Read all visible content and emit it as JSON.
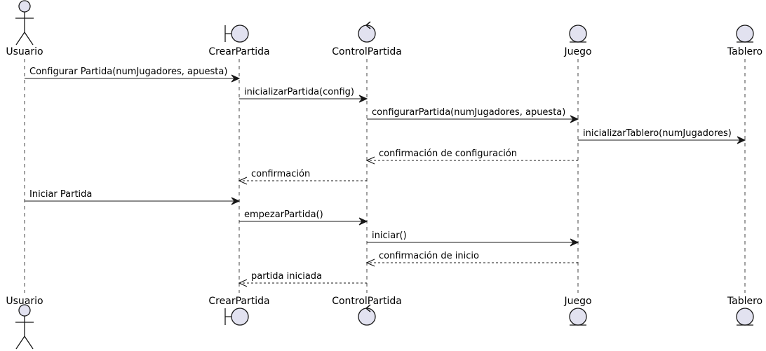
{
  "diagram": {
    "type": "sequence",
    "colors": {
      "participant_fill": "#e2e2f0",
      "participant_stroke": "#181818",
      "line": "#181818",
      "lifeline": "#181818"
    },
    "participants": [
      {
        "id": "usuario",
        "label": "Usuario",
        "kind": "actor"
      },
      {
        "id": "crearpartida",
        "label": "CrearPartida",
        "kind": "boundary"
      },
      {
        "id": "controlpartida",
        "label": "ControlPartida",
        "kind": "control"
      },
      {
        "id": "juego",
        "label": "Juego",
        "kind": "entity"
      },
      {
        "id": "tablero",
        "label": "Tablero",
        "kind": "entity"
      }
    ],
    "messages": [
      {
        "from": "usuario",
        "to": "crearpartida",
        "label": "Configurar Partida(numJugadores, apuesta)",
        "style": "solid"
      },
      {
        "from": "crearpartida",
        "to": "controlpartida",
        "label": "inicializarPartida(config)",
        "style": "solid"
      },
      {
        "from": "controlpartida",
        "to": "juego",
        "label": "configurarPartida(numJugadores, apuesta)",
        "style": "solid"
      },
      {
        "from": "juego",
        "to": "tablero",
        "label": "inicializarTablero(numJugadores)",
        "style": "solid"
      },
      {
        "from": "juego",
        "to": "controlpartida",
        "label": "confirmación de configuración",
        "style": "dashed"
      },
      {
        "from": "controlpartida",
        "to": "crearpartida",
        "label": "confirmación",
        "style": "dashed"
      },
      {
        "from": "usuario",
        "to": "crearpartida",
        "label": "Iniciar Partida",
        "style": "solid"
      },
      {
        "from": "crearpartida",
        "to": "controlpartida",
        "label": "empezarPartida()",
        "style": "solid"
      },
      {
        "from": "controlpartida",
        "to": "juego",
        "label": "iniciar()",
        "style": "solid"
      },
      {
        "from": "juego",
        "to": "controlpartida",
        "label": "confirmación de inicio",
        "style": "dashed"
      },
      {
        "from": "controlpartida",
        "to": "crearpartida",
        "label": "partida iniciada",
        "style": "dashed"
      }
    ]
  }
}
